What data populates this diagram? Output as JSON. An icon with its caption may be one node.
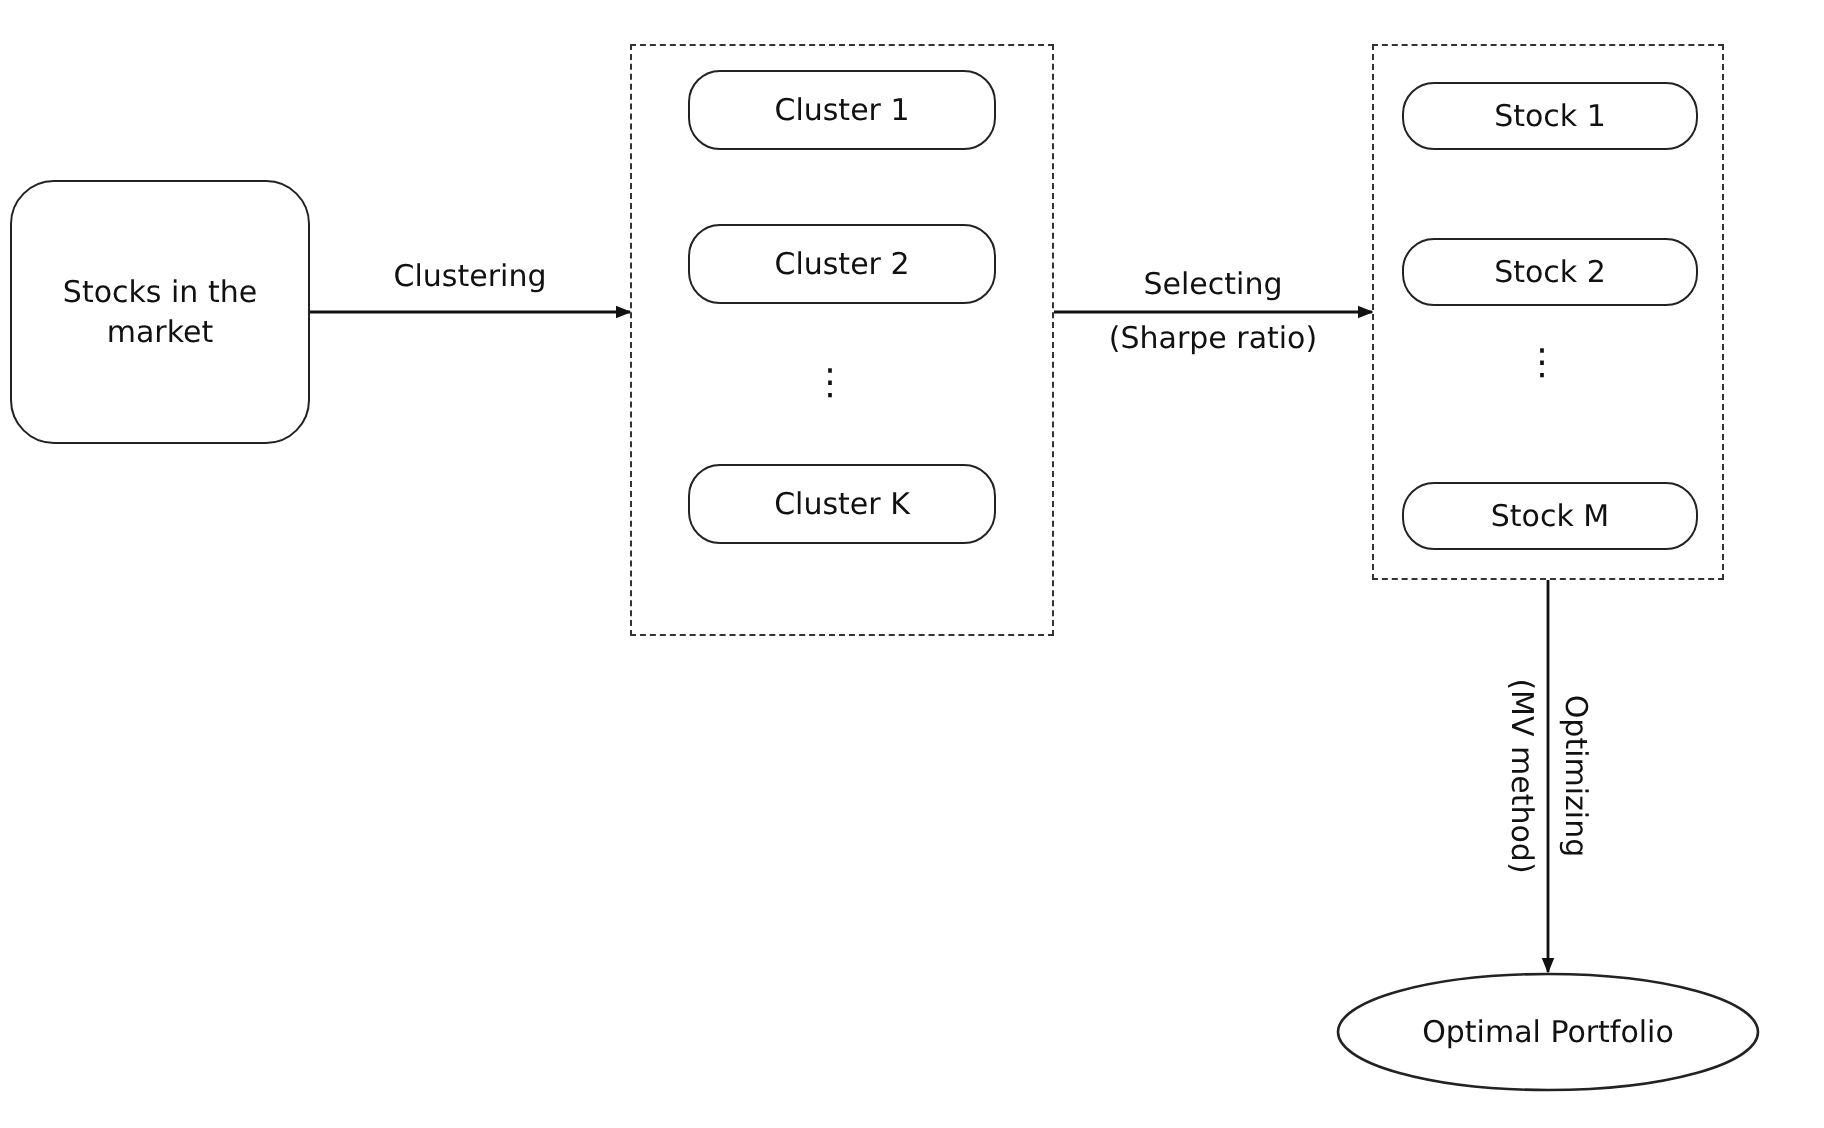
{
  "diagram": {
    "nodes": [
      {
        "text": [
          "Stocks in the market"
        ]
      },
      {
        "text": [],
        "shape": "box"
      },
      {
        "text": [
          "Cluster 1"
        ],
        "in": 1
      },
      {
        "text": [
          "Cluster 2"
        ],
        "in": 1
      },
      {
        "text": [
          "Cluster K"
        ],
        "in": 1
      },
      {
        "text": [],
        "shape": "box"
      },
      {
        "text": [
          "Stock 1"
        ],
        "in": 5
      },
      {
        "text": [
          "Stock 2"
        ],
        "in": 5
      },
      {
        "text": [
          "Stock M"
        ],
        "in": 5
      },
      {
        "text": [
          "Optimal Portfolio"
        ]
      }
    ],
    "edges": [
      {
        "from": 0,
        "to": 1,
        "arrow": "to",
        "label": "Clustering"
      },
      {
        "from": 1,
        "to": 5,
        "arrow": "to",
        "label": "Selecting (Sharpe ratio)"
      },
      {
        "from": 5,
        "to": 9,
        "arrow": "to",
        "label": "Optimizing (MV method)"
      }
    ],
    "labels": [
      "⋮",
      "⋮"
    ]
  }
}
